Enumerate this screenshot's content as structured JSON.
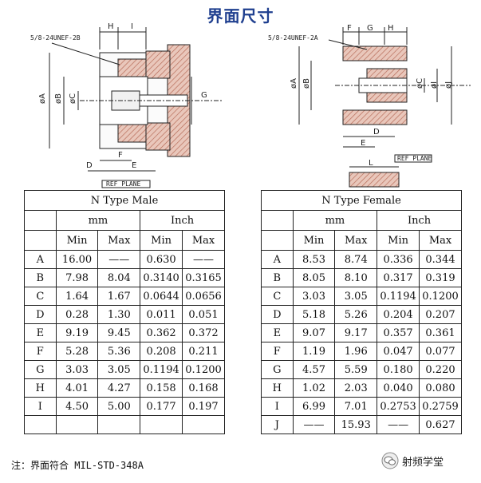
{
  "title": "界面尺寸",
  "left_drawing": {
    "thread_label": "5/8-24UNEF-2B",
    "ref_plane": "REF PLANE",
    "dims": [
      "H",
      "I",
      "øA",
      "øB",
      "øC",
      "G",
      "F",
      "D",
      "E"
    ]
  },
  "right_drawing": {
    "thread_label": "5/8-24UNEF-2A",
    "ref_plane": "REF PLANE",
    "dims": [
      "F",
      "G",
      "H",
      "øA",
      "øB",
      "øC",
      "øI",
      "øJ",
      "D",
      "E",
      "L"
    ]
  },
  "male_table": {
    "caption": "N Type Male",
    "group_mm": "mm",
    "group_inch": "Inch",
    "cols": [
      "Min",
      "Max",
      "Min",
      "Max"
    ],
    "rows": [
      {
        "k": "A",
        "v": [
          "16.00",
          "——",
          "0.630",
          "——"
        ]
      },
      {
        "k": "B",
        "v": [
          "7.98",
          "8.04",
          "0.3140",
          "0.3165"
        ]
      },
      {
        "k": "C",
        "v": [
          "1.64",
          "1.67",
          "0.0644",
          "0.0656"
        ]
      },
      {
        "k": "D",
        "v": [
          "0.28",
          "1.30",
          "0.011",
          "0.051"
        ]
      },
      {
        "k": "E",
        "v": [
          "9.19",
          "9.45",
          "0.362",
          "0.372"
        ]
      },
      {
        "k": "F",
        "v": [
          "5.28",
          "5.36",
          "0.208",
          "0.211"
        ]
      },
      {
        "k": "G",
        "v": [
          "3.03",
          "3.05",
          "0.1194",
          "0.1200"
        ]
      },
      {
        "k": "H",
        "v": [
          "4.01",
          "4.27",
          "0.158",
          "0.168"
        ]
      },
      {
        "k": "I",
        "v": [
          "4.50",
          "5.00",
          "0.177",
          "0.197"
        ]
      },
      {
        "k": "",
        "v": [
          "",
          "",
          "",
          ""
        ]
      }
    ]
  },
  "female_table": {
    "caption": "N Type Female",
    "group_mm": "mm",
    "group_inch": "Inch",
    "cols": [
      "Min",
      "Max",
      "Min",
      "Max"
    ],
    "rows": [
      {
        "k": "A",
        "v": [
          "8.53",
          "8.74",
          "0.336",
          "0.344"
        ]
      },
      {
        "k": "B",
        "v": [
          "8.05",
          "8.10",
          "0.317",
          "0.319"
        ]
      },
      {
        "k": "C",
        "v": [
          "3.03",
          "3.05",
          "0.1194",
          "0.1200"
        ]
      },
      {
        "k": "D",
        "v": [
          "5.18",
          "5.26",
          "0.204",
          "0.207"
        ]
      },
      {
        "k": "E",
        "v": [
          "9.07",
          "9.17",
          "0.357",
          "0.361"
        ]
      },
      {
        "k": "F",
        "v": [
          "1.19",
          "1.96",
          "0.047",
          "0.077"
        ]
      },
      {
        "k": "G",
        "v": [
          "4.57",
          "5.59",
          "0.180",
          "0.220"
        ]
      },
      {
        "k": "H",
        "v": [
          "1.02",
          "2.03",
          "0.040",
          "0.080"
        ]
      },
      {
        "k": "I",
        "v": [
          "6.99",
          "7.01",
          "0.2753",
          "0.2759"
        ]
      },
      {
        "k": "J",
        "v": [
          "——",
          "15.93",
          "——",
          "0.627"
        ]
      }
    ]
  },
  "note": "注：界面符合 MIL-STD-348A",
  "logo_text": "射频学堂",
  "colors": {
    "title": "#1f3f8f",
    "hatch": "#b76d5a"
  }
}
